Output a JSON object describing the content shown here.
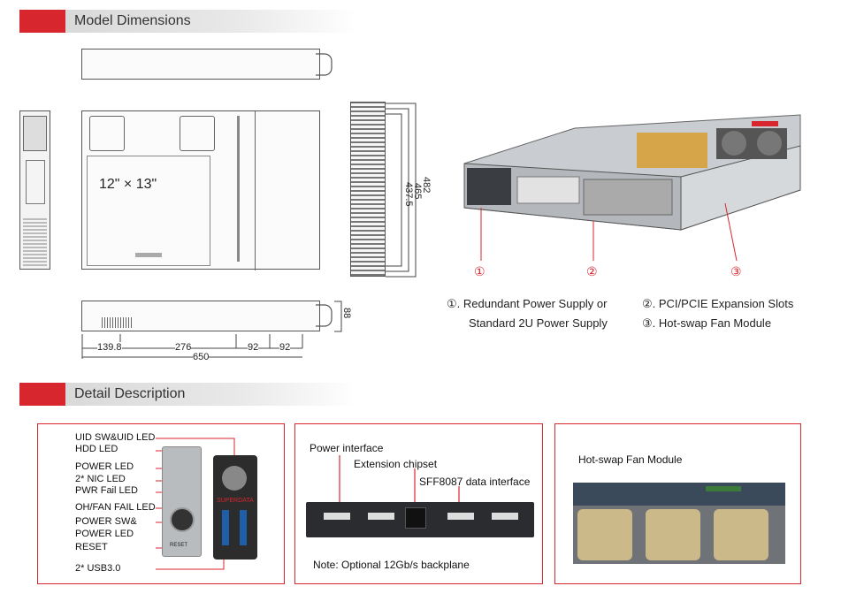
{
  "sections": {
    "model_dimensions": "Model Dimensions",
    "detail_description": "Detail Description"
  },
  "drawing": {
    "board_size": "12\" × 13\"",
    "dims": {
      "d1": "139.8",
      "d2": "276",
      "d3": "92",
      "d4": "92",
      "total": "650",
      "height": "88",
      "w1": "482",
      "w2": "465",
      "w3": "437.5"
    }
  },
  "photo_callouts": [
    "①",
    "②",
    "③"
  ],
  "legend": {
    "item1_line1": "①.  Redundant Power Supply or",
    "item1_line2": "Standard 2U Power Supply",
    "item2": "②. PCI/PCIE Expansion Slots",
    "item3": "③. Hot-swap Fan Module"
  },
  "front_panel": {
    "labels": [
      "UID SW&UID LED",
      "HDD LED",
      "POWER LED",
      "2* NIC LED",
      "PWR Fail LED",
      "OH/FAN FAIL LED",
      "POWER SW&",
      "POWER LED",
      "RESET",
      "2* USB3.0"
    ],
    "reset_text": "RESET",
    "brand": "SUPERDATA"
  },
  "backplane": {
    "power_interface": "Power interface",
    "extension_chipset": "Extension chipset",
    "sff8087": "SFF8087 data interface",
    "note": "Note: Optional 12Gb/s backplane"
  },
  "fan_module": {
    "title": "Hot-swap Fan Module"
  },
  "colors": {
    "accent": "#d8262e",
    "header_gray": "#d9d9d9"
  }
}
